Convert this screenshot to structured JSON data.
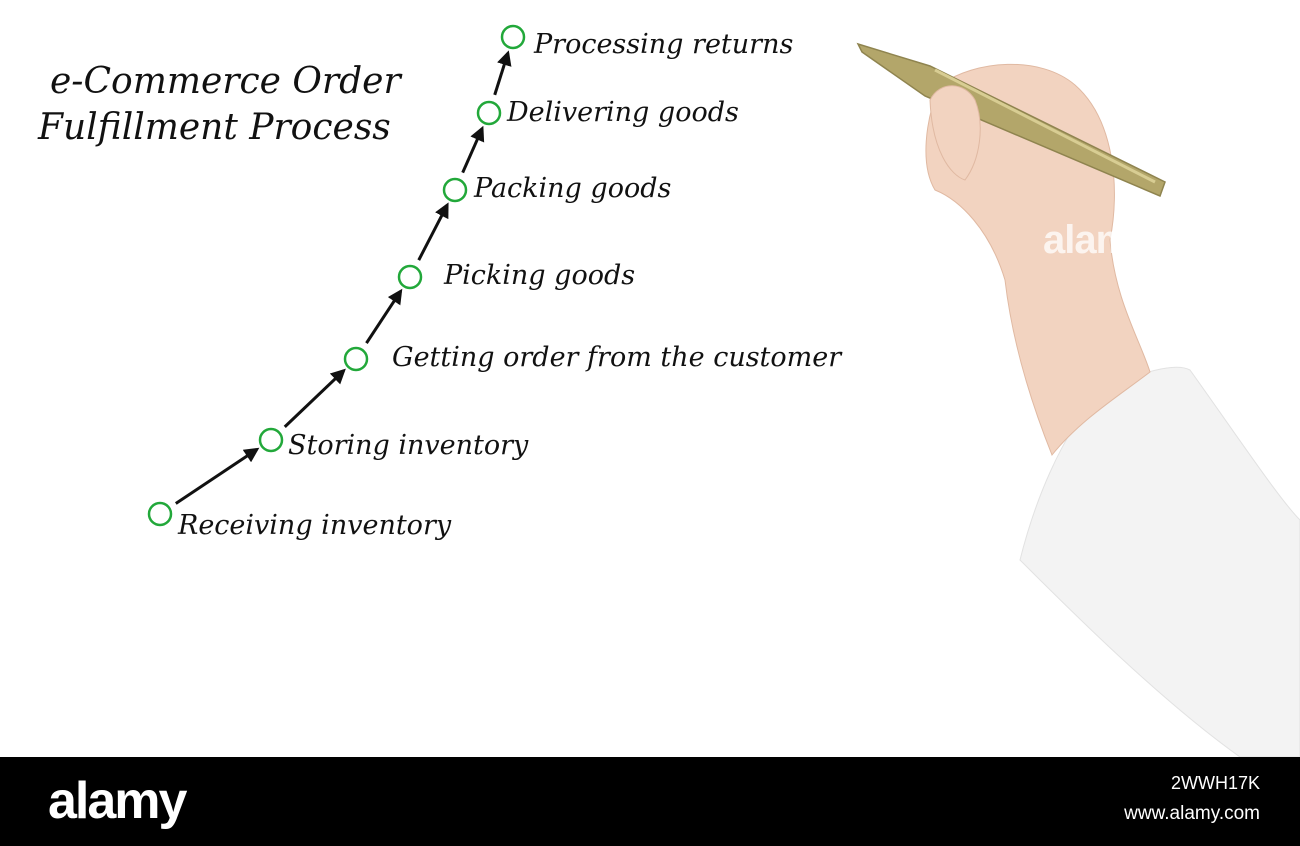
{
  "title_lines": [
    "e-Commerce Order",
    "Fulfillment Process"
  ],
  "steps": [
    {
      "label": "Receiving inventory"
    },
    {
      "label": "Storing inventory"
    },
    {
      "label": "Getting order from the customer"
    },
    {
      "label": "Picking goods"
    },
    {
      "label": "Packing goods"
    },
    {
      "label": "Delivering goods"
    },
    {
      "label": "Processing returns"
    }
  ],
  "colors": {
    "node_stroke": "#22a83a",
    "arrow": "#111111",
    "pen_body": "#b3a66a",
    "sleeve": "#f3f3f3",
    "skin": "#f2d3c0"
  },
  "watermark": {
    "overlay_text": "alam",
    "logo": "alamy",
    "image_id": "2WWH17K",
    "url": "www.alamy.com"
  }
}
